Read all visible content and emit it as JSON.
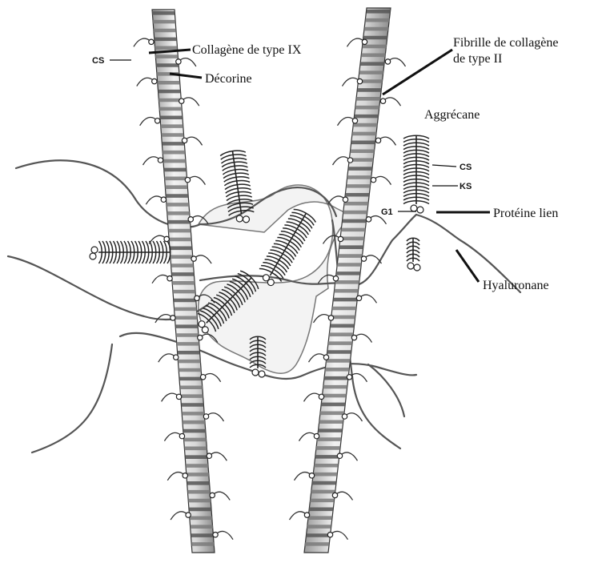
{
  "labels": {
    "cs_top": "CS",
    "collagen_ix": "Collagène de type IX",
    "decorin": "Décorine",
    "fibril_line1": "Fibrille de collagène",
    "fibril_line2": "de type II",
    "aggrecan": "Aggrécane",
    "cs_right": "CS",
    "ks": "KS",
    "g1": "G1",
    "link_protein": "Protéine lien",
    "hyaluronan": "Hyaluronane"
  },
  "colors": {
    "fibril_light": "#e9e9e9",
    "fibril_band": "#6e6e6e",
    "strand": "#555555",
    "matrix_fill": "#f3f3f3",
    "text": "#111111"
  }
}
